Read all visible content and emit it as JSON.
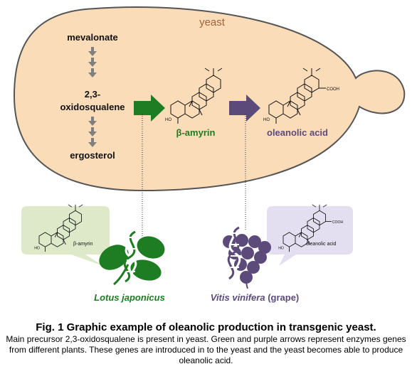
{
  "yeast_label": "yeast",
  "pathway": {
    "mevalonate": "mevalonate",
    "oxidosqualene_line1": "2,3-",
    "oxidosqualene_line2": "oxidosqualene",
    "ergosterol": "ergosterol",
    "beta_amyrin": "β-amyrin",
    "oleanolic_acid": "oleanolic acid"
  },
  "structures": {
    "cooh_label": "COOH",
    "ho_label": "HO"
  },
  "bubbles": {
    "left_label": "β-amyrin",
    "right_label": "oleanolic acid"
  },
  "plants": {
    "lotus_name": "Lotus japonicus",
    "vitis_name": "Vitis vinifera",
    "vitis_common": " (grape)"
  },
  "caption": {
    "title": "Fig. 1 Graphic example of oleanolic production in transgenic yeast.",
    "body": "Main precursor 2,3-oxidosqualene is present in yeast. Green and purple arrows represent enzymes genes from different plants. These genes are introduced in to the yeast and the yeast becomes able to produce oleanolic acid."
  },
  "colors": {
    "yeast_fill": "#fbdcb9",
    "yeast_stroke": "#555555",
    "yeast_text": "#a0633a",
    "green": "#1e7d22",
    "purple": "#5c4a7a",
    "grey_arrow": "#7f7f7f",
    "green_bubble": "#dde9c8",
    "purple_bubble": "#e4dff0"
  },
  "icons": [
    "green-arrow",
    "purple-arrow",
    "dna-helix-icon",
    "clover-leaf-icon",
    "grape-cluster-icon"
  ]
}
